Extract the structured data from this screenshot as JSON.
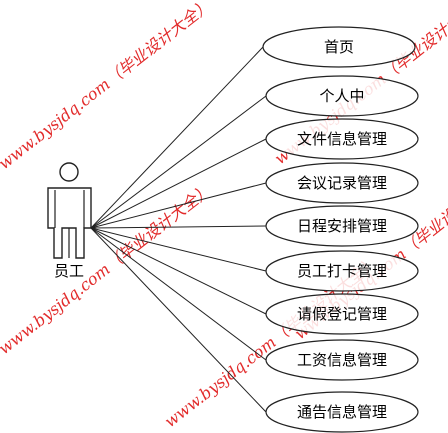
{
  "actor": {
    "name": "员工"
  },
  "use_cases": [
    "首页",
    "个人中",
    "文件信息管理",
    "会议记录管理",
    "日程安排管理",
    "员工打卡管理",
    "请假登记管理",
    "工资信息管理",
    "通告信息管理"
  ],
  "watermark": {
    "text": "www.bysjdq.com（毕业设计大全）"
  },
  "colors": {
    "line": "#222222",
    "watermark": "#e01a1a"
  }
}
